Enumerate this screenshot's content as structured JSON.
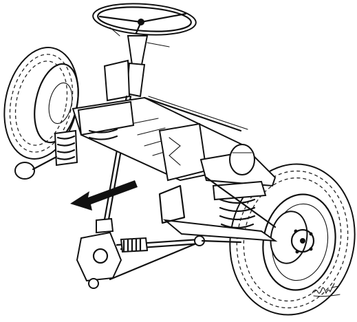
{
  "figure": {
    "subject": "steering-and-front-suspension-cutaway",
    "colors": {
      "ink": "#111111",
      "paper": "#ffffff"
    },
    "parts": [
      "steering-wheel",
      "steering-column",
      "steering-shaft",
      "steering-box",
      "front-subframe",
      "left-wheel",
      "right-wheel",
      "left-coil-spring",
      "right-coil-spring",
      "upper-wishbone",
      "lower-wishbone",
      "brake-disc",
      "track-rod",
      "direction-arrow",
      "artist-signature"
    ]
  }
}
